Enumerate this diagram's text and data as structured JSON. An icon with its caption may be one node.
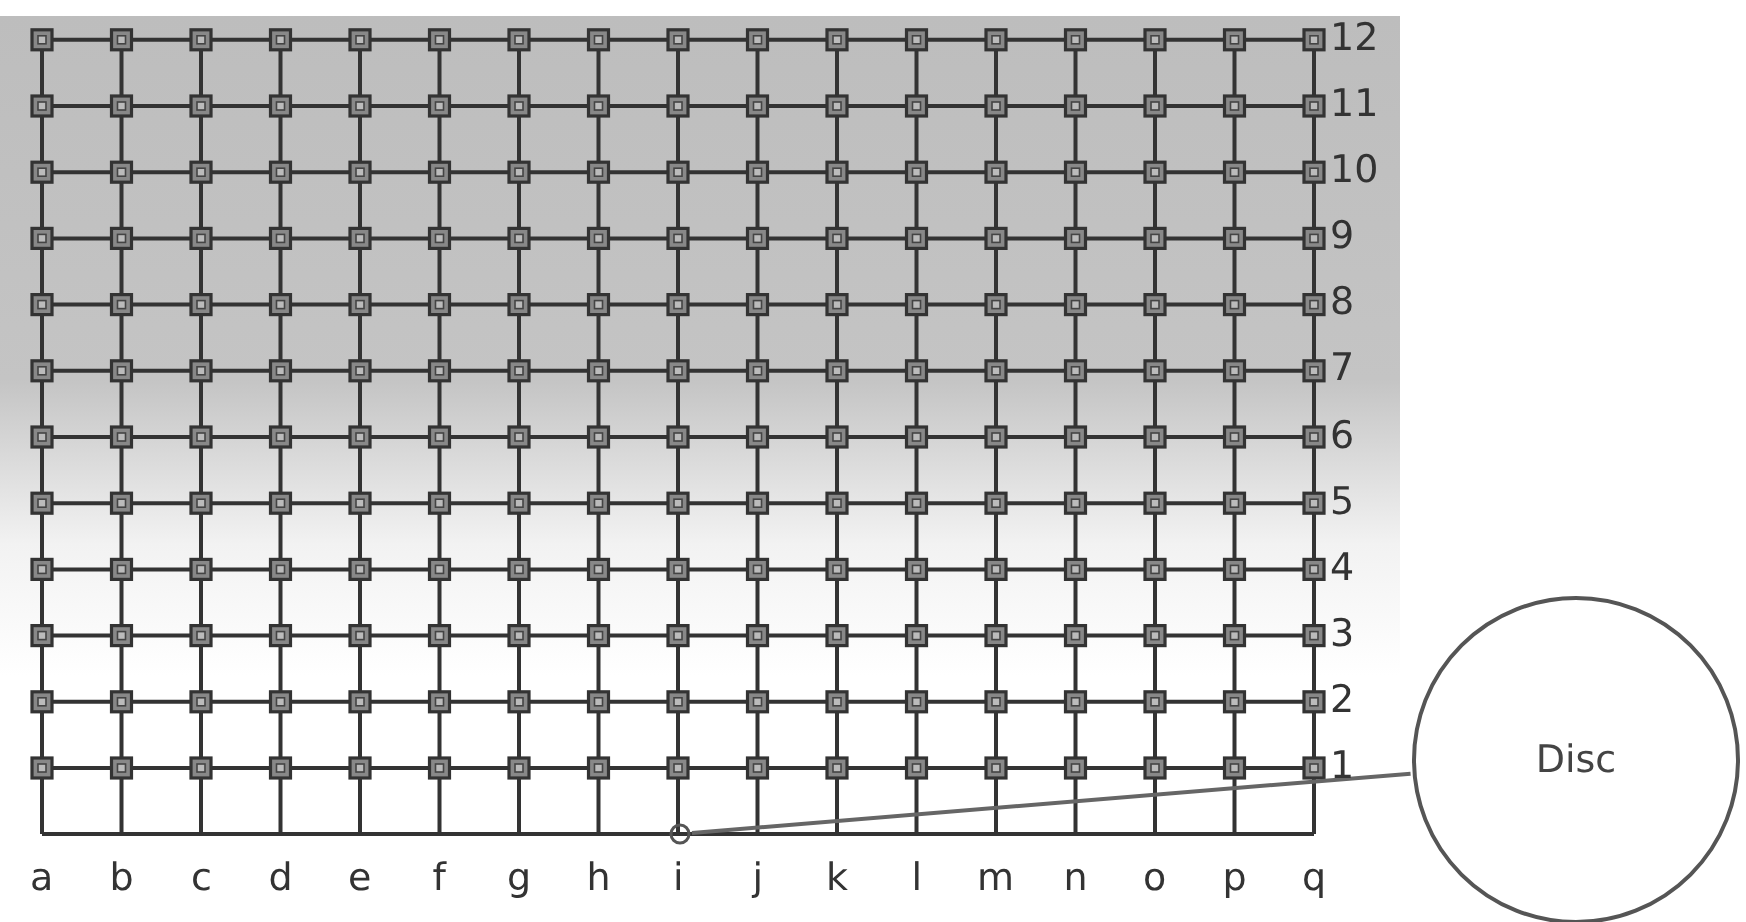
{
  "diagram": {
    "nodes": [
      {
        "text": [
          "Disc"
        ]
      },
      {
        "text": [],
        "shape": "circle"
      }
    ],
    "edges": [
      {
        "from": 0,
        "to": 1,
        "arrow": "none"
      }
    ],
    "labels": [
      "12",
      "11",
      "10",
      "9",
      "8",
      "7",
      "6",
      "5",
      "4",
      "3",
      "2",
      "1",
      "a",
      "b",
      "c",
      "d",
      "e",
      "f",
      "g",
      "h",
      "i",
      "j",
      "k",
      "l",
      "m",
      "n",
      "o",
      "p",
      "q"
    ]
  }
}
